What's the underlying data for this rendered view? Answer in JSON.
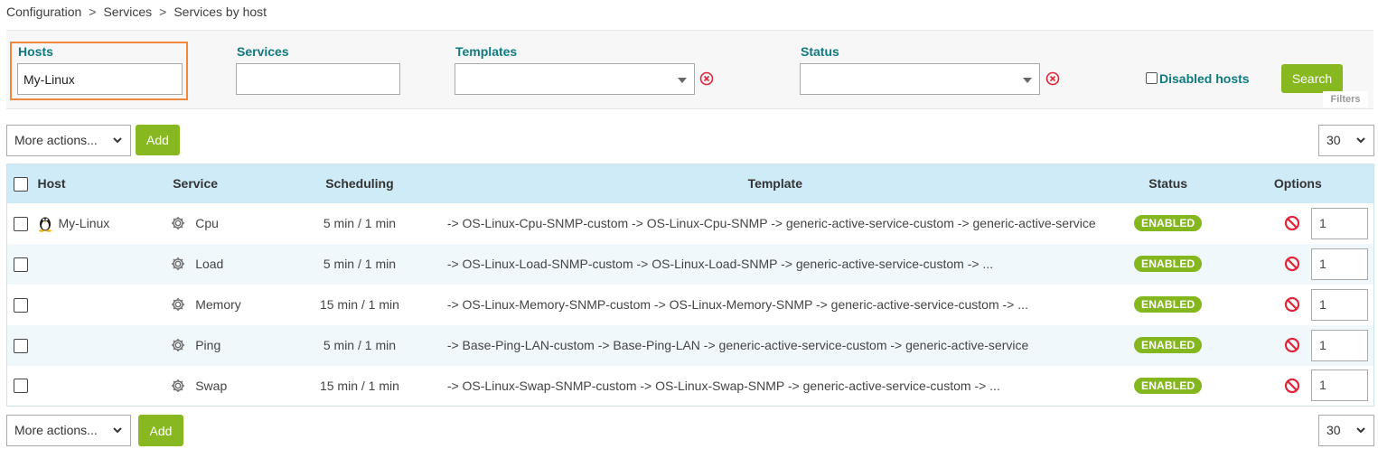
{
  "breadcrumb": {
    "items": [
      "Configuration",
      "Services",
      "Services by host"
    ],
    "sep": ">"
  },
  "filters": {
    "hosts_label": "Hosts",
    "hosts_value": "My-Linux",
    "services_label": "Services",
    "services_value": "",
    "templates_label": "Templates",
    "templates_value": "",
    "status_label": "Status",
    "status_value": "",
    "disabled_hosts_label": "Disabled hosts",
    "search_label": "Search",
    "filters_tab": "Filters"
  },
  "toolbar": {
    "more_actions": "More actions...",
    "add_label": "Add",
    "page_size": "30"
  },
  "table": {
    "headers": {
      "host": "Host",
      "service": "Service",
      "scheduling": "Scheduling",
      "template": "Template",
      "status": "Status",
      "options": "Options"
    },
    "rows": [
      {
        "host": "My-Linux",
        "service": "Cpu",
        "scheduling": "5 min / 1 min",
        "template": "-> OS-Linux-Cpu-SNMP-custom -> OS-Linux-Cpu-SNMP -> generic-active-service-custom -> generic-active-service",
        "status": "ENABLED",
        "qty": "1"
      },
      {
        "host": "",
        "service": "Load",
        "scheduling": "5 min / 1 min",
        "template": "-> OS-Linux-Load-SNMP-custom -> OS-Linux-Load-SNMP -> generic-active-service-custom -> ...",
        "status": "ENABLED",
        "qty": "1"
      },
      {
        "host": "",
        "service": "Memory",
        "scheduling": "15 min / 1 min",
        "template": "-> OS-Linux-Memory-SNMP-custom -> OS-Linux-Memory-SNMP -> generic-active-service-custom -> ...",
        "status": "ENABLED",
        "qty": "1"
      },
      {
        "host": "",
        "service": "Ping",
        "scheduling": "5 min / 1 min",
        "template": "-> Base-Ping-LAN-custom -> Base-Ping-LAN -> generic-active-service-custom -> generic-active-service",
        "status": "ENABLED",
        "qty": "1"
      },
      {
        "host": "",
        "service": "Swap",
        "scheduling": "15 min / 1 min",
        "template": "-> OS-Linux-Swap-SNMP-custom -> OS-Linux-Swap-SNMP -> generic-active-service-custom -> ...",
        "status": "ENABLED",
        "qty": "1"
      }
    ]
  },
  "icons": {
    "host_os": "linux-tux-icon",
    "service": "gear-icon",
    "disable": "disable-icon",
    "clear": "clear-icon"
  },
  "colors": {
    "accent": "#87b820",
    "label_teal": "#0f7a7f",
    "header_bg": "#cfebf7",
    "highlight": "#f0883e",
    "danger": "#e0263a"
  }
}
